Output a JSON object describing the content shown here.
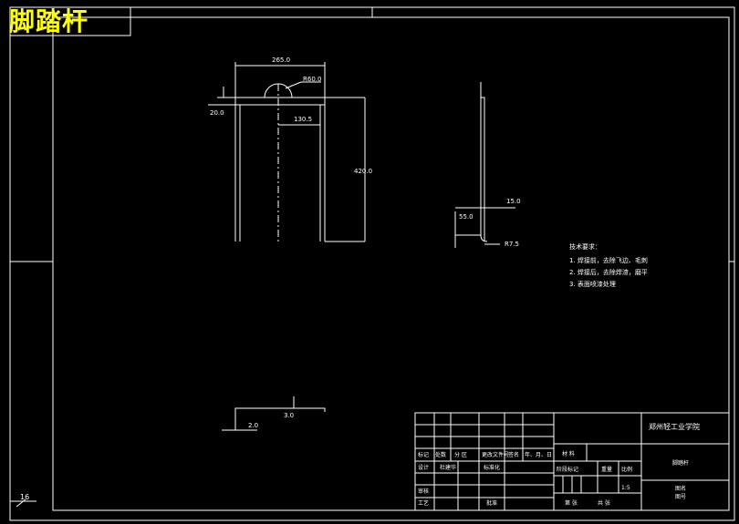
{
  "title": "脚踏杆",
  "sheet_no": "16",
  "dims": {
    "width": "265.0",
    "radius": "R60.0",
    "offset_left": "20.0",
    "inner": "130.5",
    "height": "420.0",
    "side_top": "15.0",
    "side_left": "55.0",
    "bend_r": "R7.5",
    "flat_a": "2.0",
    "flat_b": "3.0"
  },
  "notes": {
    "heading": "技术要求：",
    "items": [
      "1. 焊接前，去除飞边、毛刺",
      "2. 焊接后，去除焊渣，磨平",
      "3. 表面喷漆处理"
    ]
  },
  "title_block": {
    "school": "郑州轻工业学院",
    "part_name": "脚踏杆",
    "scale": "1:5",
    "header_cells": [
      "标记",
      "处数",
      "分 区",
      "更改文件号",
      "签名",
      "年、月、日"
    ],
    "row_labels": [
      "设计",
      "审核",
      "工艺"
    ],
    "row_labels_2": [
      "标准化",
      "",
      "批准"
    ],
    "designer": "杜建华",
    "stage_label": "阶段标记",
    "weight_label": "重量",
    "scale_label": "比例",
    "sheets_label": "共 张",
    "sheet_label": "第 张",
    "material_label": "材 料",
    "code_a": "图名",
    "code_b": "图号"
  }
}
